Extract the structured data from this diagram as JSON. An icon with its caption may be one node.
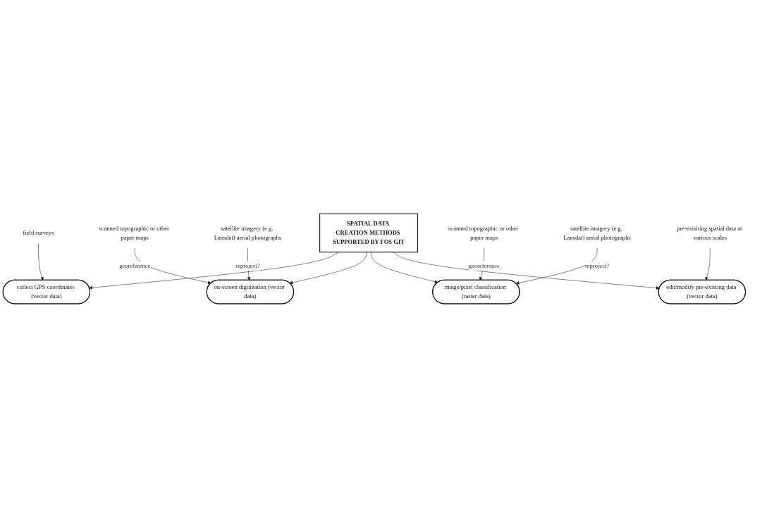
{
  "diagram": {
    "nodes": [
      {
        "text": [
          "field surveys"
        ]
      },
      {
        "text": [
          "collect GPS coordinates (vector data)"
        ]
      },
      {
        "text": [
          "scanned topographic or other paper maps"
        ]
      },
      {
        "text": [
          "scanned topographic or other paper maps"
        ]
      },
      {
        "text": [
          "on-screen digitization (vector data)"
        ]
      },
      {
        "text": [
          "SPATIAL DATA CREATION METHODS SUPPORTED BY FOS GIT"
        ]
      },
      {
        "text": [
          "image/pixel classification (raster data)"
        ]
      },
      {
        "text": [
          "satellite imagery (e.g. Lansdat) aerial photographs"
        ]
      },
      {
        "text": [
          "edit/modify pre-existing data (vector data)"
        ]
      },
      {
        "text": [
          "satellite imagery (e.g. Lansdat) aerial photographs"
        ]
      },
      {
        "text": [
          "pre-exisiting spatial data at various scales"
        ]
      }
    ],
    "edges": [
      {
        "from": 0,
        "to": 1,
        "arrow": "to"
      },
      {
        "from": 5,
        "to": 1,
        "arrow": "to"
      },
      {
        "from": 2,
        "to": 4,
        "arrow": "to",
        "label": "georeference"
      },
      {
        "from": 3,
        "to": 6,
        "arrow": "to",
        "label": "georeference"
      },
      {
        "from": 5,
        "to": 4,
        "arrow": "to"
      },
      {
        "from": 5,
        "to": 6,
        "arrow": "to"
      },
      {
        "from": 7,
        "to": 4,
        "arrow": "to",
        "label": "reproject?"
      },
      {
        "from": 9,
        "to": 6,
        "arrow": "to",
        "label": "reproject?"
      },
      {
        "from": 5,
        "to": 8,
        "arrow": "to"
      },
      {
        "from": 10,
        "to": 8,
        "arrow": "to"
      }
    ]
  }
}
